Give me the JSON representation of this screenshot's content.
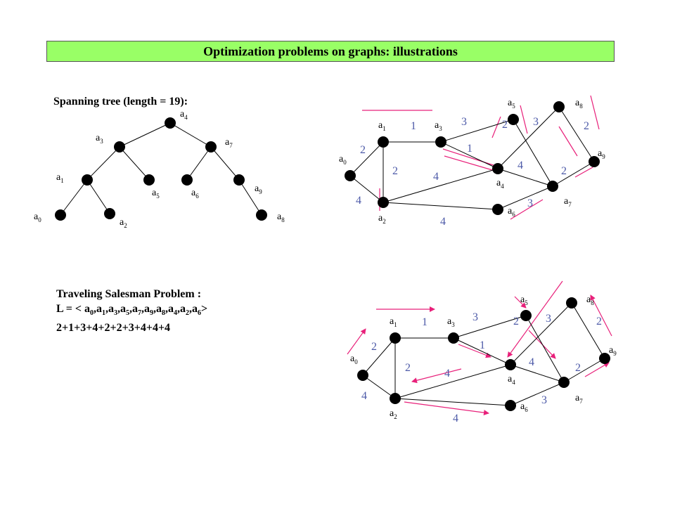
{
  "title": "Optimization problems on graphs: illustrations",
  "spanning_tree": {
    "caption": "Spanning tree (length = 19):"
  },
  "tsp": {
    "caption_line1": "Traveling Salesman Problem :",
    "tour_prefix": "L = <",
    "tour_nodes": [
      "0",
      "1",
      "3",
      "5",
      "7",
      "9",
      "8",
      "4",
      "2",
      "6"
    ],
    "tour_suffix": ">",
    "sum": "2+1+3+4+2+2+3+4+4+4"
  },
  "node_letter": "a",
  "weights": [
    "2",
    "1",
    "3",
    "1",
    "2",
    "4",
    "4",
    "4",
    "2",
    "3",
    "4",
    "3",
    "2",
    "2"
  ],
  "colors": {
    "title_bg": "#99ff66",
    "weight": "#4d5aa8",
    "highlight": "#e8207a",
    "node": "#000000"
  }
}
